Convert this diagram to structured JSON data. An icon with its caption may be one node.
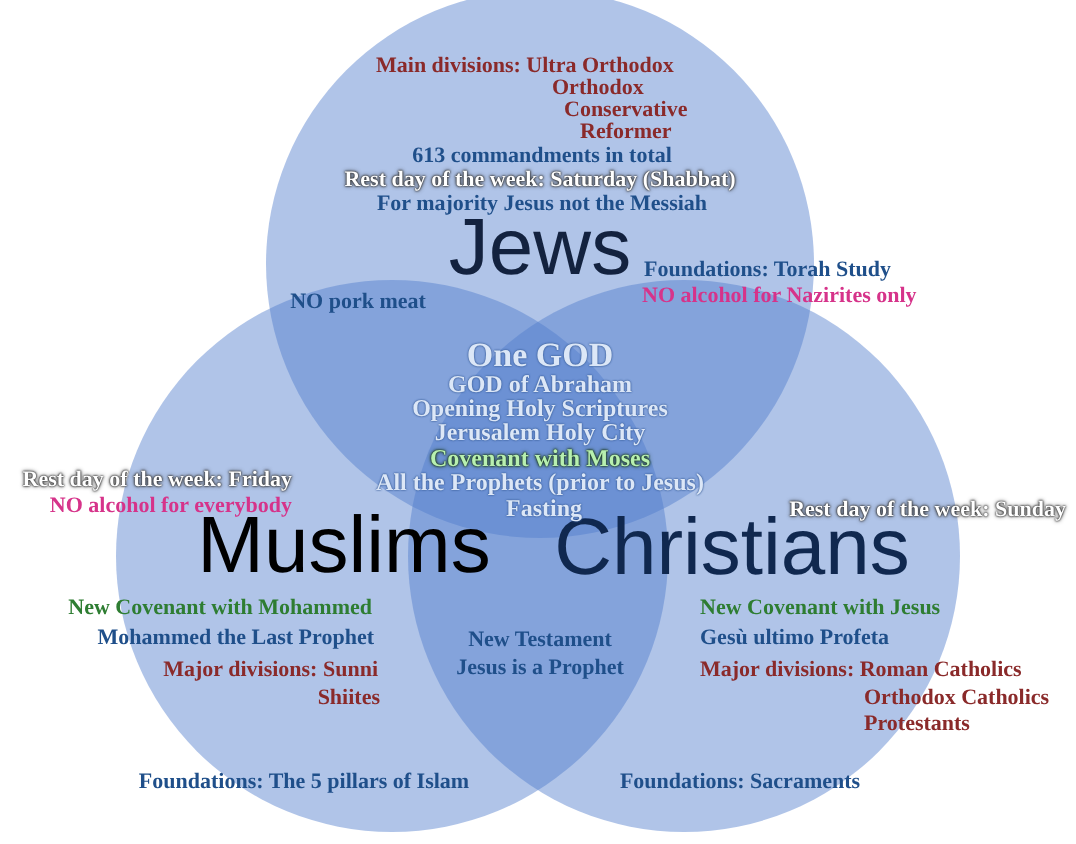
{
  "diagram": {
    "nodes": [
      {
        "text": [
          "Jews"
        ]
      },
      {
        "text": [
          "Muslims"
        ]
      },
      {
        "text": [
          "Christians"
        ]
      }
    ],
    "labels": [
      "Main divisions: Ultra Orthodox",
      "Orthodox",
      "Conservative",
      "Reformer",
      "613 commandments in total",
      "Rest day of the week: Saturday (Shabbat)",
      "For majority Jesus not the Messiah",
      "NO pork meat",
      "Foundations: Torah Study",
      "NO alcohol for Nazirites only",
      "One GOD",
      "GOD of Abraham",
      "Opening Holy Scriptures",
      "Jerusalem Holy City",
      "Covenant with Moses",
      "All the Prophets (prior to Jesus)",
      "Fasting",
      "Rest day of the week: Friday",
      "NO alcohol for everybody",
      "Rest day of the week: Sunday",
      "New Covenant with Mohammed",
      "New Covenant with Jesus",
      "Mohammed the Last Prophet",
      "New Testament",
      "Gesù ultimo Profeta",
      "Major divisions: Sunni",
      "Jesus is a Prophet",
      "Major divisions: Roman Catholics",
      "Shiites",
      "Orthodox Catholics",
      "Protestants",
      "Foundations: The 5 pillars of Islam",
      "Foundations: Sacraments"
    ]
  }
}
